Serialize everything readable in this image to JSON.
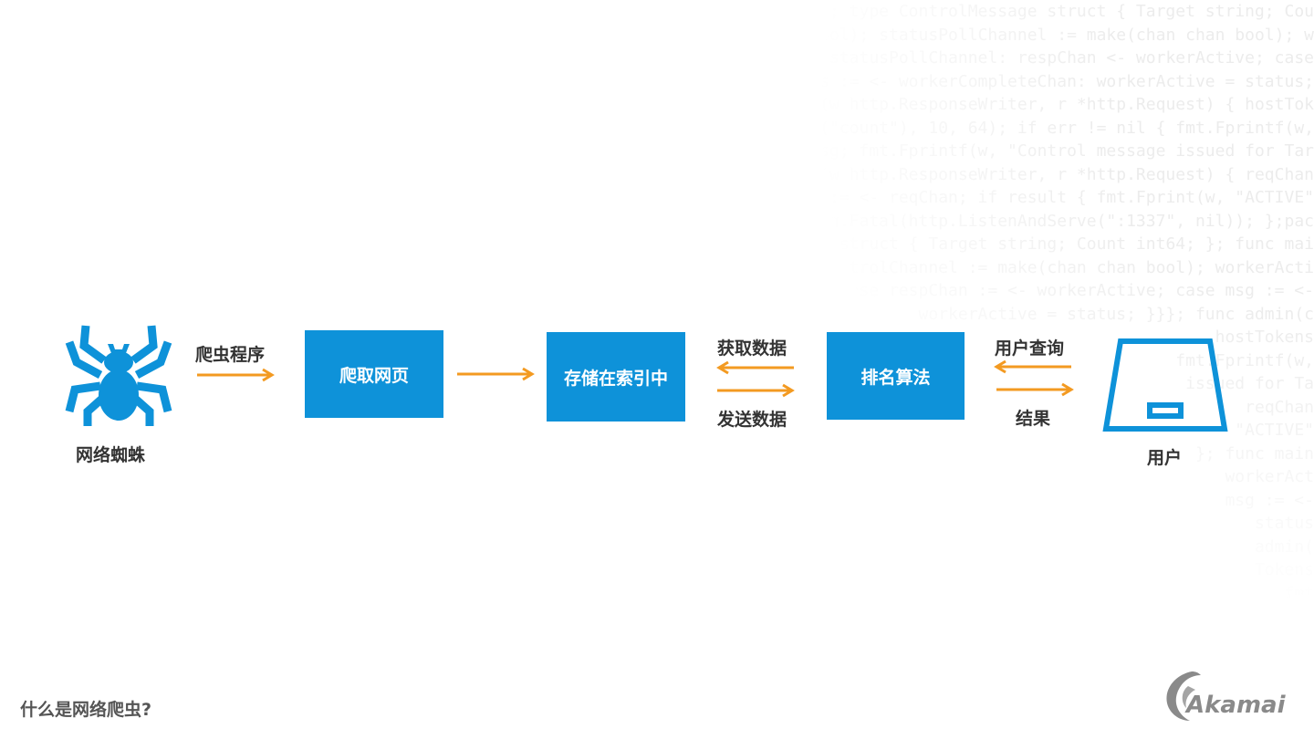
{
  "background_code": [
    "ssage\", \"string\", \"time\" ); type ControlMessage struct { Target string; Cou",
    "Channel := make(chan bool); statusPollChannel := make(chan chan bool); w",
    "select { case respChan := <- statusPollChannel: respChan <- workerActive; case",
    "workerActive = status; case status := <- workerCompleteChan: workerActive = status;",
    "ttp.HandleFunc(\"/admin\", func(w http.ResponseWriter, r *http.Request) { hostTok",
    "strconv.ParseInt(r.FormValue(\"count\"), 10, 64); if err != nil { fmt.Fprintf(w,",
    "controlChannel <- msg; fmt.Fprintf(w, \"Control message issued for Tar",
    "HandleFunc(\"/status\",func(w http.ResponseWriter, r *http.Request) { reqChan",
    "result := <- reqChan; if result { fmt.Fprint(w, \"ACTIVE\"",
    "log.Fatal(http.ListenAndServe(\":1337\", nil)); };pac",
    "ControlMessage struct { Target string; Count int64; }; func mai",
    "controlChannel := make(chan chan bool); workerActi",
    "select { case respChan := <- workerActive; case msg := <-",
    "workerActive = status; }}}; func admin(c",
    "hostTokens",
    "fmt.Fprintf(w,",
    "issued for Ta",
    "reqChan",
    "\"ACTIVE\"",
    "}; func main",
    "workerAct",
    "msg := <-",
    "status",
    "admin(",
    "Tokens",
    "fmt",
    "for"
  ],
  "spider": {
    "label": "网络蜘蛛",
    "icon": "spider-icon",
    "color": "#0e92d9"
  },
  "flow": {
    "crawler_program_label": "爬虫程序",
    "crawl_pages_box": "爬取网页",
    "store_index_box": "存储在索引中",
    "get_data_label": "获取数据",
    "send_data_label": "发送数据",
    "ranking_box": "排名算法",
    "user_query_label": "用户查询",
    "result_label": "结果"
  },
  "user": {
    "label": "用户",
    "icon": "laptop-icon"
  },
  "caption": "什么是网络爬虫?",
  "logo": {
    "text": "Akamai",
    "icon": "akamai-logo-icon"
  },
  "colors": {
    "accent_blue": "#0e92d9",
    "arrow_orange": "#f39a21",
    "text_dark": "#333333"
  }
}
